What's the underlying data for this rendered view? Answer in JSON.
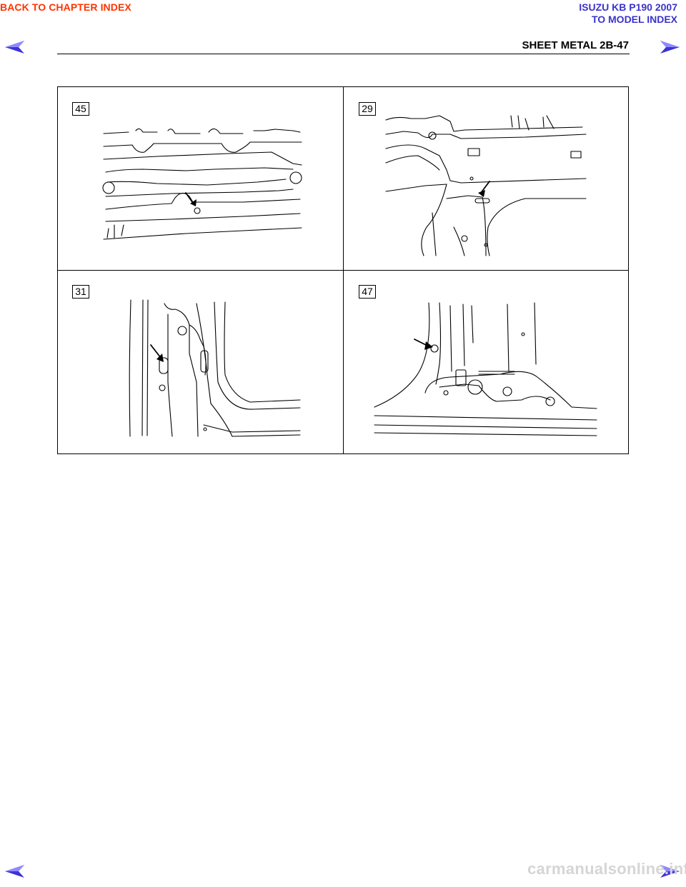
{
  "header": {
    "back_to_chapter": "BACK TO CHAPTER INDEX",
    "model_title": "ISUZU KB P190 2007",
    "to_model_index": "TO MODEL INDEX",
    "page_title": "SHEET METAL  2B-47"
  },
  "icons": {
    "prev": "left-arrow-icon",
    "next": "right-arrow-icon"
  },
  "colors": {
    "back_link": "#ff3300",
    "model_link": "#3a33cc",
    "nav_arrow": "#3d33d6"
  },
  "figures": [
    {
      "tag": "45"
    },
    {
      "tag": "29"
    },
    {
      "tag": "31"
    },
    {
      "tag": "47"
    }
  ],
  "footer": {
    "watermark": "carmanualsonline.info"
  }
}
